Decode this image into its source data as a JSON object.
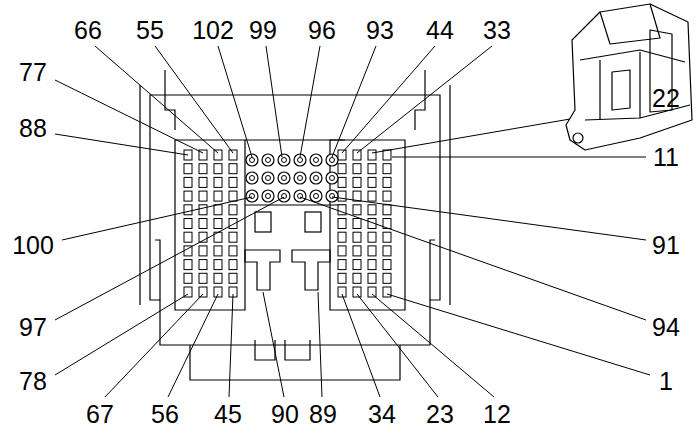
{
  "diagram": {
    "labels": [
      "66",
      "55",
      "102",
      "99",
      "96",
      "93",
      "44",
      "33",
      "77",
      "22",
      "88",
      "11",
      "100",
      "91",
      "97",
      "94",
      "78",
      "1",
      "67",
      "56",
      "45",
      "90",
      "89",
      "34",
      "23",
      "12"
    ]
  }
}
